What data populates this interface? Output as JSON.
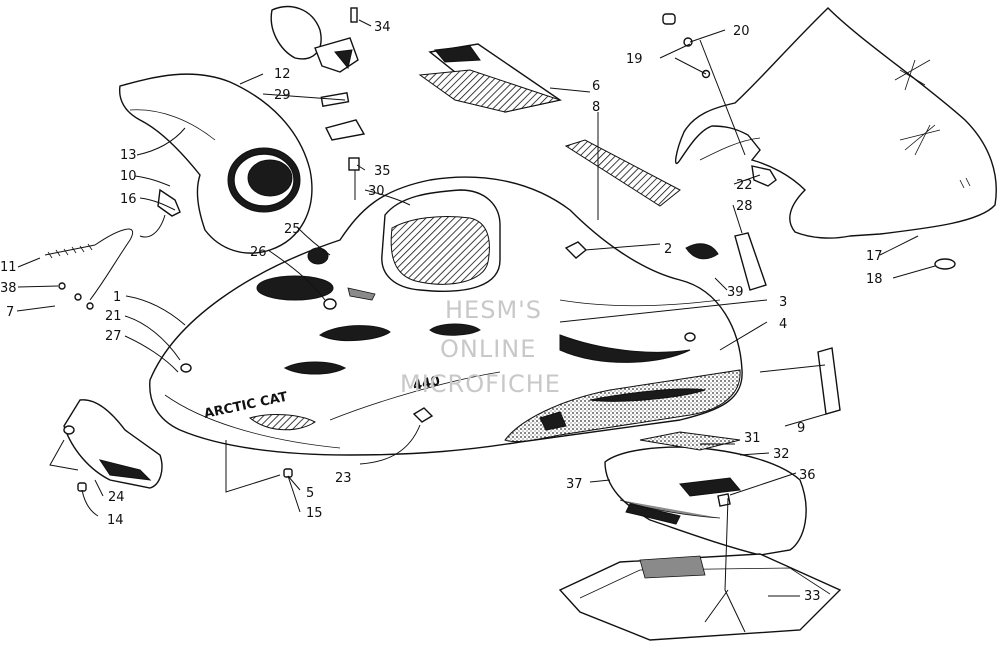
{
  "watermark": {
    "line1": "HESM'S",
    "line2": "ONLINE",
    "line3": "MICROFICHE"
  },
  "hood_decal_text": "ARCTIC CAT",
  "side_decal_text": "440",
  "callouts": [
    {
      "id": "c1",
      "text": "1"
    },
    {
      "id": "c2",
      "text": "2"
    },
    {
      "id": "c3",
      "text": "3"
    },
    {
      "id": "c4",
      "text": "4"
    },
    {
      "id": "c5",
      "text": "5"
    },
    {
      "id": "c6",
      "text": "6"
    },
    {
      "id": "c7",
      "text": "7"
    },
    {
      "id": "c8",
      "text": "8"
    },
    {
      "id": "c9",
      "text": "9"
    },
    {
      "id": "c10",
      "text": "10"
    },
    {
      "id": "c11",
      "text": "11"
    },
    {
      "id": "c12",
      "text": "12"
    },
    {
      "id": "c13",
      "text": "13"
    },
    {
      "id": "c14",
      "text": "14"
    },
    {
      "id": "c15",
      "text": "15"
    },
    {
      "id": "c16",
      "text": "16"
    },
    {
      "id": "c17",
      "text": "17"
    },
    {
      "id": "c18",
      "text": "18"
    },
    {
      "id": "c19",
      "text": "19"
    },
    {
      "id": "c20",
      "text": "20"
    },
    {
      "id": "c21",
      "text": "21"
    },
    {
      "id": "c22",
      "text": "22"
    },
    {
      "id": "c23",
      "text": "23"
    },
    {
      "id": "c24",
      "text": "24"
    },
    {
      "id": "c25",
      "text": "25"
    },
    {
      "id": "c26",
      "text": "26"
    },
    {
      "id": "c27",
      "text": "27"
    },
    {
      "id": "c28",
      "text": "28"
    },
    {
      "id": "c29",
      "text": "29"
    },
    {
      "id": "c30",
      "text": "30"
    },
    {
      "id": "c31",
      "text": "31"
    },
    {
      "id": "c32",
      "text": "32"
    },
    {
      "id": "c33",
      "text": "33"
    },
    {
      "id": "c34",
      "text": "34"
    },
    {
      "id": "c35",
      "text": "35"
    },
    {
      "id": "c36",
      "text": "36"
    },
    {
      "id": "c37",
      "text": "37"
    },
    {
      "id": "c38",
      "text": "38"
    },
    {
      "id": "c39",
      "text": "39"
    }
  ]
}
